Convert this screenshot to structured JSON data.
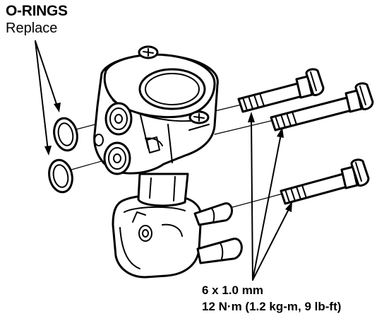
{
  "labels": {
    "title": "O-RINGS",
    "subtitle": "Replace",
    "bolt_size": "6 x 1.0 mm",
    "torque": "12 N·m (1.2 kg-m, 9 lb-ft)"
  },
  "colors": {
    "ink": "#000000",
    "paper": "#ffffff"
  }
}
